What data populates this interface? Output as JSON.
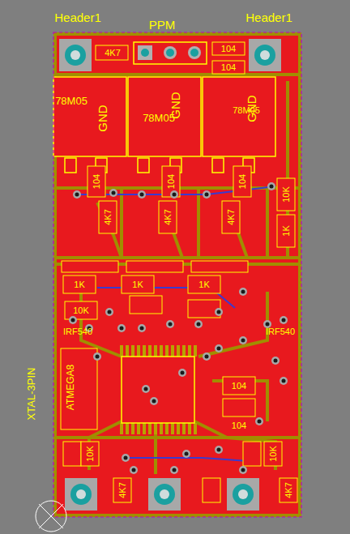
{
  "diagram": {
    "labels": [
      "Header1",
      "PPM",
      "Header1",
      "4K7",
      "104",
      "104",
      "78M05",
      "78M05",
      "78M05",
      "GND",
      "GND",
      "GND",
      "104",
      "104",
      "104",
      "4K7",
      "4K7",
      "4K7",
      "10K",
      "1K",
      "1K",
      "1K",
      "1K",
      "10K",
      "IRF540",
      "IRF540",
      "ATMEGA8",
      "XTAL-3PIN",
      "104",
      "104",
      "10K",
      "10K",
      "4K7",
      "4K7"
    ]
  }
}
